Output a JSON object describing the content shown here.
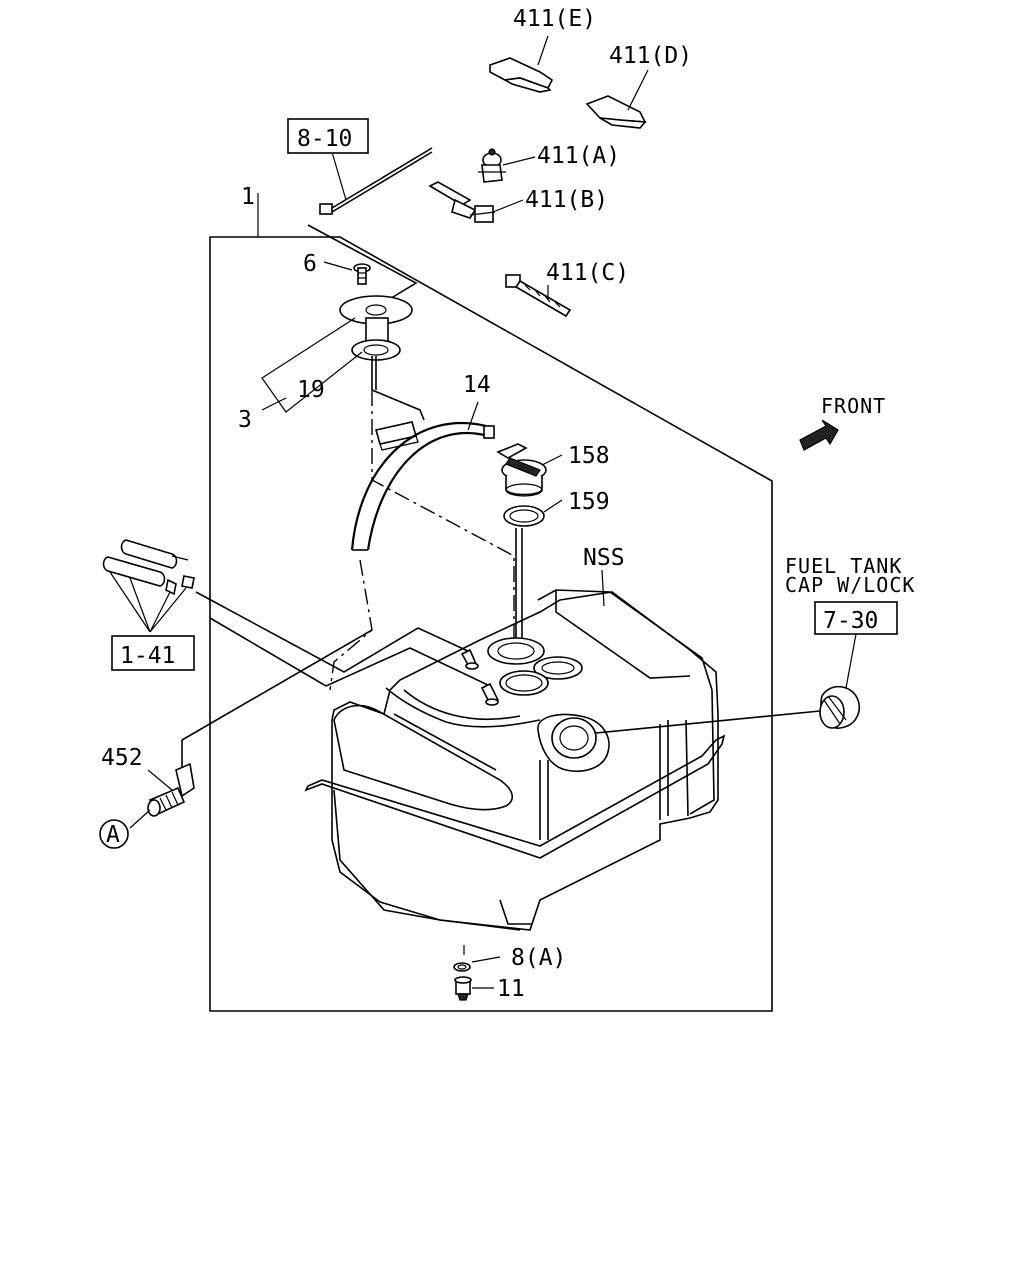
{
  "labels": {
    "p411e": "411(E)",
    "p411d": "411(D)",
    "p411a": "411(A)",
    "p411b": "411(B)",
    "p411c": "411(C)",
    "p1": "1",
    "p6": "6",
    "p19": "19",
    "p3": "3",
    "p14": "14",
    "p158": "158",
    "p159": "159",
    "nss": "NSS",
    "front": "FRONT",
    "fuel_cap_line1": "FUEL TANK",
    "fuel_cap_line2": "CAP W/LOCK",
    "p452": "452",
    "pA": "A",
    "p8a": "8(A)",
    "p11": "11"
  },
  "refs": {
    "r8_10": "8-10",
    "r1_41": "1-41",
    "r7_30": "7-30"
  },
  "icons": [
    "fuel-tank",
    "fuel-pump-assembly",
    "fuel-gauge-unit",
    "vent-hose",
    "filler-neck",
    "seal-ring",
    "fuel-cap",
    "clip",
    "cable-tie",
    "hose-connector",
    "drain-plug",
    "gasket",
    "front-arrow"
  ]
}
